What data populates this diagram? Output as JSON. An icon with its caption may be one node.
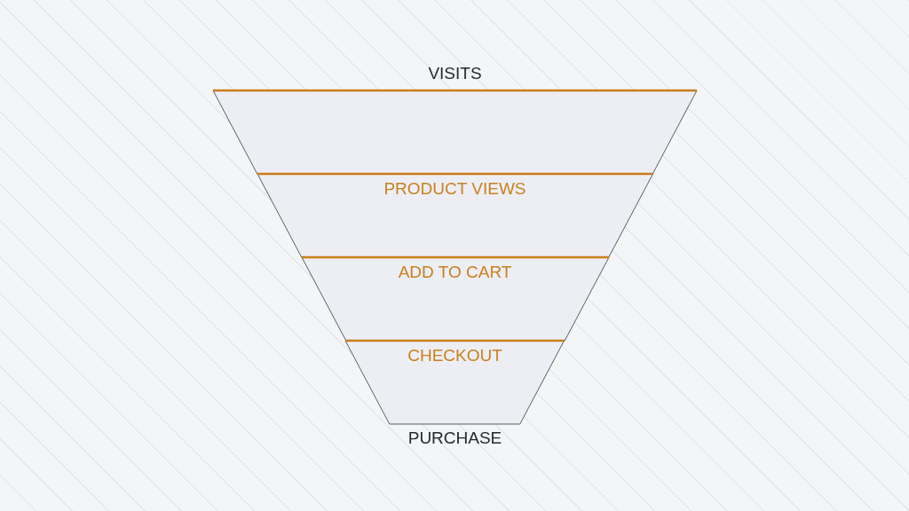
{
  "diagram": {
    "nodes": [
      {
        "text": [
          "VISITS"
        ]
      },
      {
        "text": [
          "PRODUCT VIEWS"
        ]
      },
      {
        "text": [
          "ADD TO CART"
        ]
      },
      {
        "text": [
          "CHECKOUT"
        ]
      }
    ],
    "labels": [
      "PURCHASE"
    ]
  }
}
